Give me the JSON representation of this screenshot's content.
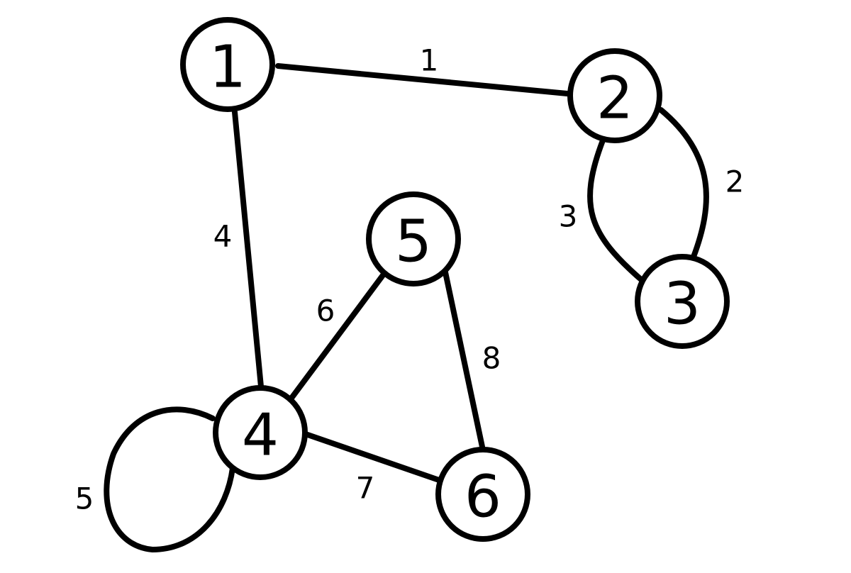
{
  "graph": {
    "nodes": [
      {
        "id": "1",
        "label": "1"
      },
      {
        "id": "2",
        "label": "2"
      },
      {
        "id": "3",
        "label": "3"
      },
      {
        "id": "4",
        "label": "4"
      },
      {
        "id": "5",
        "label": "5"
      },
      {
        "id": "6",
        "label": "6"
      }
    ],
    "edges": [
      {
        "id": "e1",
        "from": "1",
        "to": "2",
        "label": "1"
      },
      {
        "id": "e2",
        "from": "2",
        "to": "3",
        "label": "2"
      },
      {
        "id": "e3",
        "from": "2",
        "to": "3",
        "label": "3"
      },
      {
        "id": "e4",
        "from": "1",
        "to": "4",
        "label": "4"
      },
      {
        "id": "e5",
        "from": "4",
        "to": "4",
        "label": "5"
      },
      {
        "id": "e6",
        "from": "4",
        "to": "5",
        "label": "6"
      },
      {
        "id": "e7",
        "from": "4",
        "to": "6",
        "label": "7"
      },
      {
        "id": "e8",
        "from": "5",
        "to": "6",
        "label": "8"
      }
    ]
  }
}
